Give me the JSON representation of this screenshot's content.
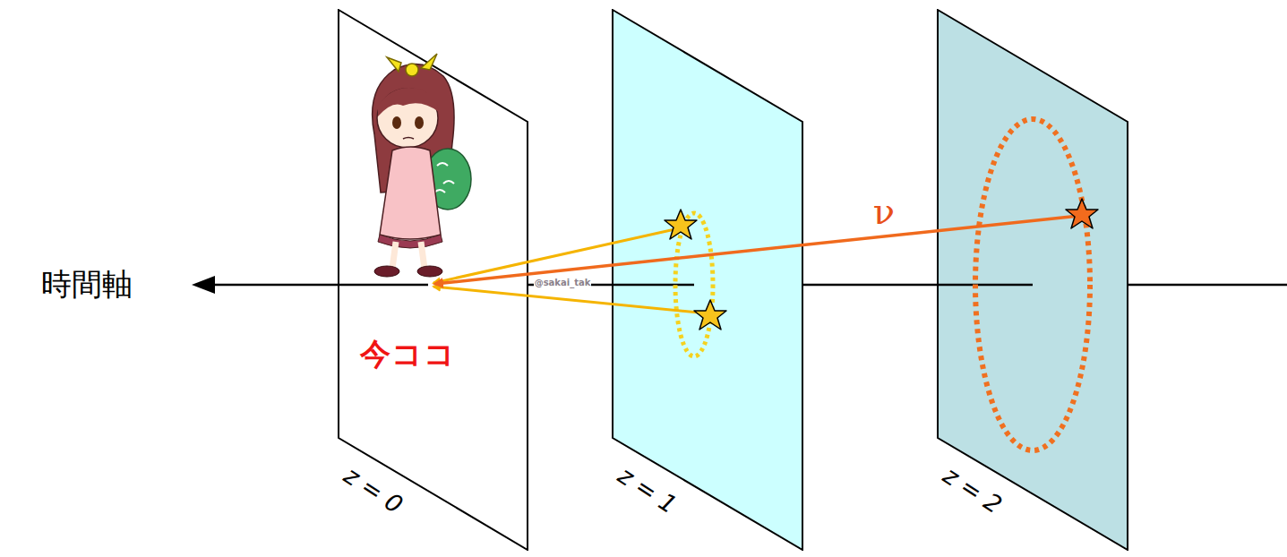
{
  "diagram": {
    "nodes": [
      {
        "text": [
          "今ココ",
          "z = 0"
        ]
      },
      {
        "text": [
          "z = 1"
        ]
      },
      {
        "text": [
          "z = 2"
        ]
      }
    ],
    "labels": [
      "時間軸",
      "ν",
      "@sakai_tak"
    ]
  }
}
